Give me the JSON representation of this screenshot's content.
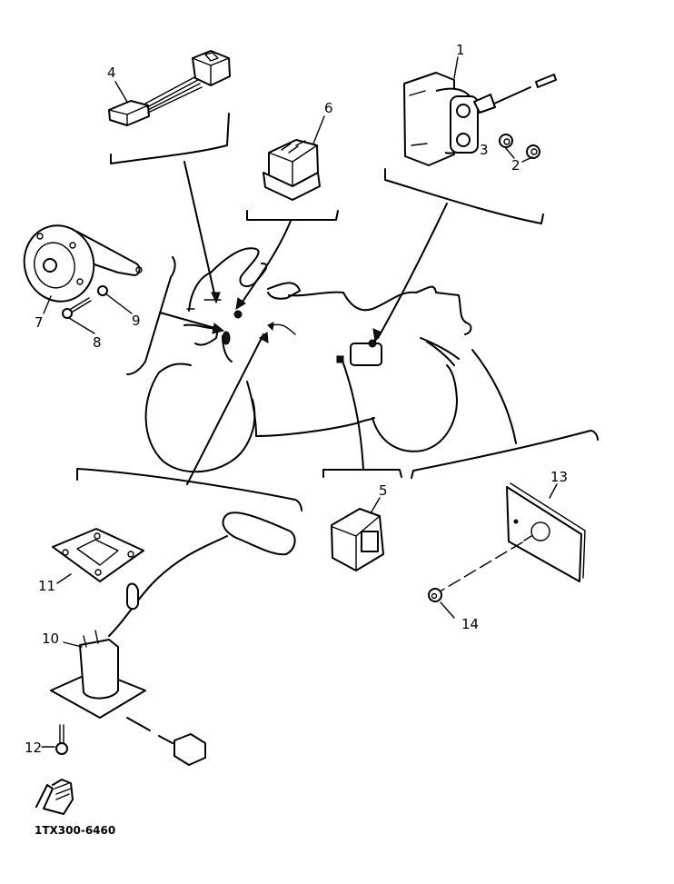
{
  "diagram": {
    "title": "Electrical parts exploded view",
    "drawing_code": "1TX300-6460",
    "icon": "hand-pointer-icon",
    "callouts": [
      {
        "id": "1",
        "part": "ignition/starter relay"
      },
      {
        "id": "2",
        "part": "nut"
      },
      {
        "id": "3",
        "part": "washer"
      },
      {
        "id": "4",
        "part": "wire harness lead"
      },
      {
        "id": "5",
        "part": "flasher relay"
      },
      {
        "id": "6",
        "part": "relay"
      },
      {
        "id": "7",
        "part": "horn"
      },
      {
        "id": "8",
        "part": "bolt"
      },
      {
        "id": "9",
        "part": "washer"
      },
      {
        "id": "10",
        "part": "fuel sender unit"
      },
      {
        "id": "11",
        "part": "gasket"
      },
      {
        "id": "12",
        "part": "bolt"
      },
      {
        "id": "13",
        "part": "reflector"
      },
      {
        "id": "14",
        "part": "nut"
      }
    ]
  }
}
